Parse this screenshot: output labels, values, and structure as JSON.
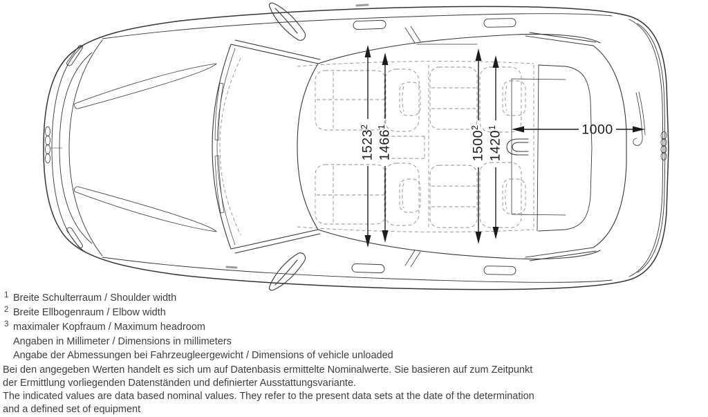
{
  "page": {
    "background": "#ffffff",
    "colors": {
      "body_line": "#343434",
      "detail_line": "#4a4a4a",
      "dashed_line": "#8e8e8e",
      "dimension_line": "#1c1c1c",
      "note_text": "#3d3d3d"
    }
  },
  "diagram": {
    "type": "vehicle-top-view-interior-width-dimensions",
    "dims": {
      "v1": {
        "value": "1523",
        "sup": "2"
      },
      "v2": {
        "value": "1466",
        "sup": "1"
      },
      "v3": {
        "value": "1500",
        "sup": "2"
      },
      "v4": {
        "value": "1420",
        "sup": "1"
      },
      "h1": {
        "value": "1000",
        "sup": ""
      }
    }
  },
  "notes": {
    "footnotes": [
      {
        "marker": "1",
        "text": "Breite Schulterraum / Shoulder width"
      },
      {
        "marker": "2",
        "text": "Breite Ellbogenraum / Elbow width"
      },
      {
        "marker": "3",
        "text": "maximaler Kopfraum / Maximum headroom"
      },
      {
        "marker": "",
        "text": "Angaben in Millimeter / Dimensions in millimeters"
      },
      {
        "marker": "",
        "text": "Angabe der Abmessungen bei Fahrzeugleergewicht / Dimensions of vehicle unloaded"
      }
    ],
    "disclaimer": [
      "Bei den angegeben Werten handelt es sich um auf Datenbasis ermittelte Nominalwerte. Sie basieren auf zum Zeitpunkt",
      "der Ermittlung vorliegenden Datenständen und definierter Ausstattungsvariante.",
      "The indicated values are data based nominal values. They refer to the present data sets at the date of the determination",
      "and a defined set of equipment"
    ]
  }
}
